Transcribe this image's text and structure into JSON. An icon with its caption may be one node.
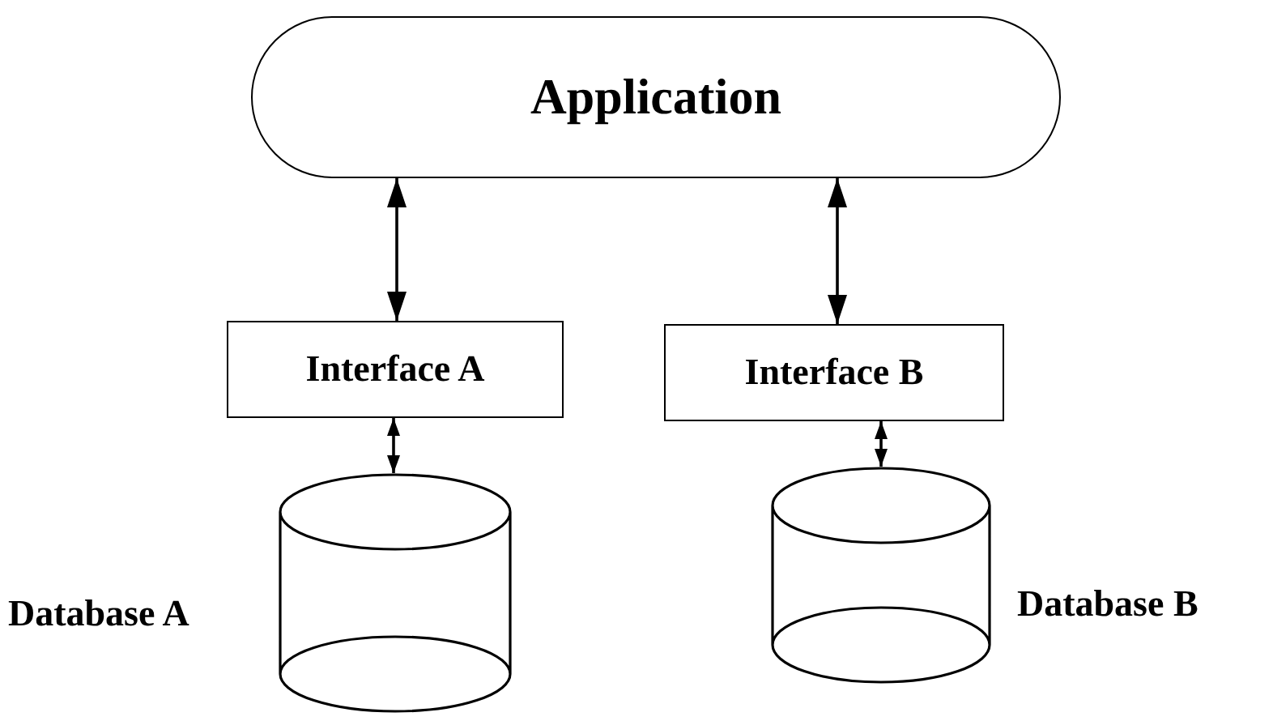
{
  "diagram": {
    "nodes": [
      {
        "text": [
          "Application"
        ]
      },
      {
        "text": [
          "Interface A"
        ]
      },
      {
        "text": [
          "Interface B"
        ]
      },
      {
        "text": [],
        "shape": "cylinder",
        "beside": [
          "Database A"
        ]
      },
      {
        "text": [],
        "shape": "cylinder",
        "beside": [
          "Database B"
        ]
      }
    ],
    "edges": [
      {
        "from": 0,
        "to": 1,
        "arrow": "both"
      },
      {
        "from": 0,
        "to": 2,
        "arrow": "both"
      },
      {
        "from": 1,
        "to": 3,
        "arrow": "both"
      },
      {
        "from": 2,
        "to": 4,
        "arrow": "both"
      }
    ]
  }
}
